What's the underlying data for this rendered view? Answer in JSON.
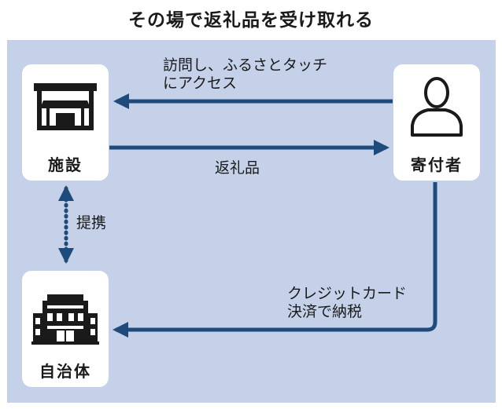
{
  "title": "その場で返礼品を受け取れる",
  "colors": {
    "panel_background": "#c4d1e8",
    "node_background": "#ffffff",
    "arrow": "#1f4a7c",
    "icon": "#1a1a1a"
  },
  "nodes": {
    "facility": {
      "label": "施設",
      "icon": "shop-icon"
    },
    "donor": {
      "label": "寄付者",
      "icon": "person-icon"
    },
    "municipality": {
      "label": "自治体",
      "icon": "government-building-icon"
    }
  },
  "edges": {
    "visit": {
      "from": "donor",
      "to": "facility",
      "label_line1": "訪問し、ふるさとタッチ",
      "label_line2": "にアクセス"
    },
    "gift": {
      "from": "facility",
      "to": "donor",
      "label": "返礼品"
    },
    "partnership": {
      "between": [
        "facility",
        "municipality"
      ],
      "label": "提携",
      "style": "dotted-bidirectional"
    },
    "payment": {
      "from": "donor",
      "to": "municipality",
      "label_line1": "クレジットカード",
      "label_line2": "決済で納税"
    }
  }
}
